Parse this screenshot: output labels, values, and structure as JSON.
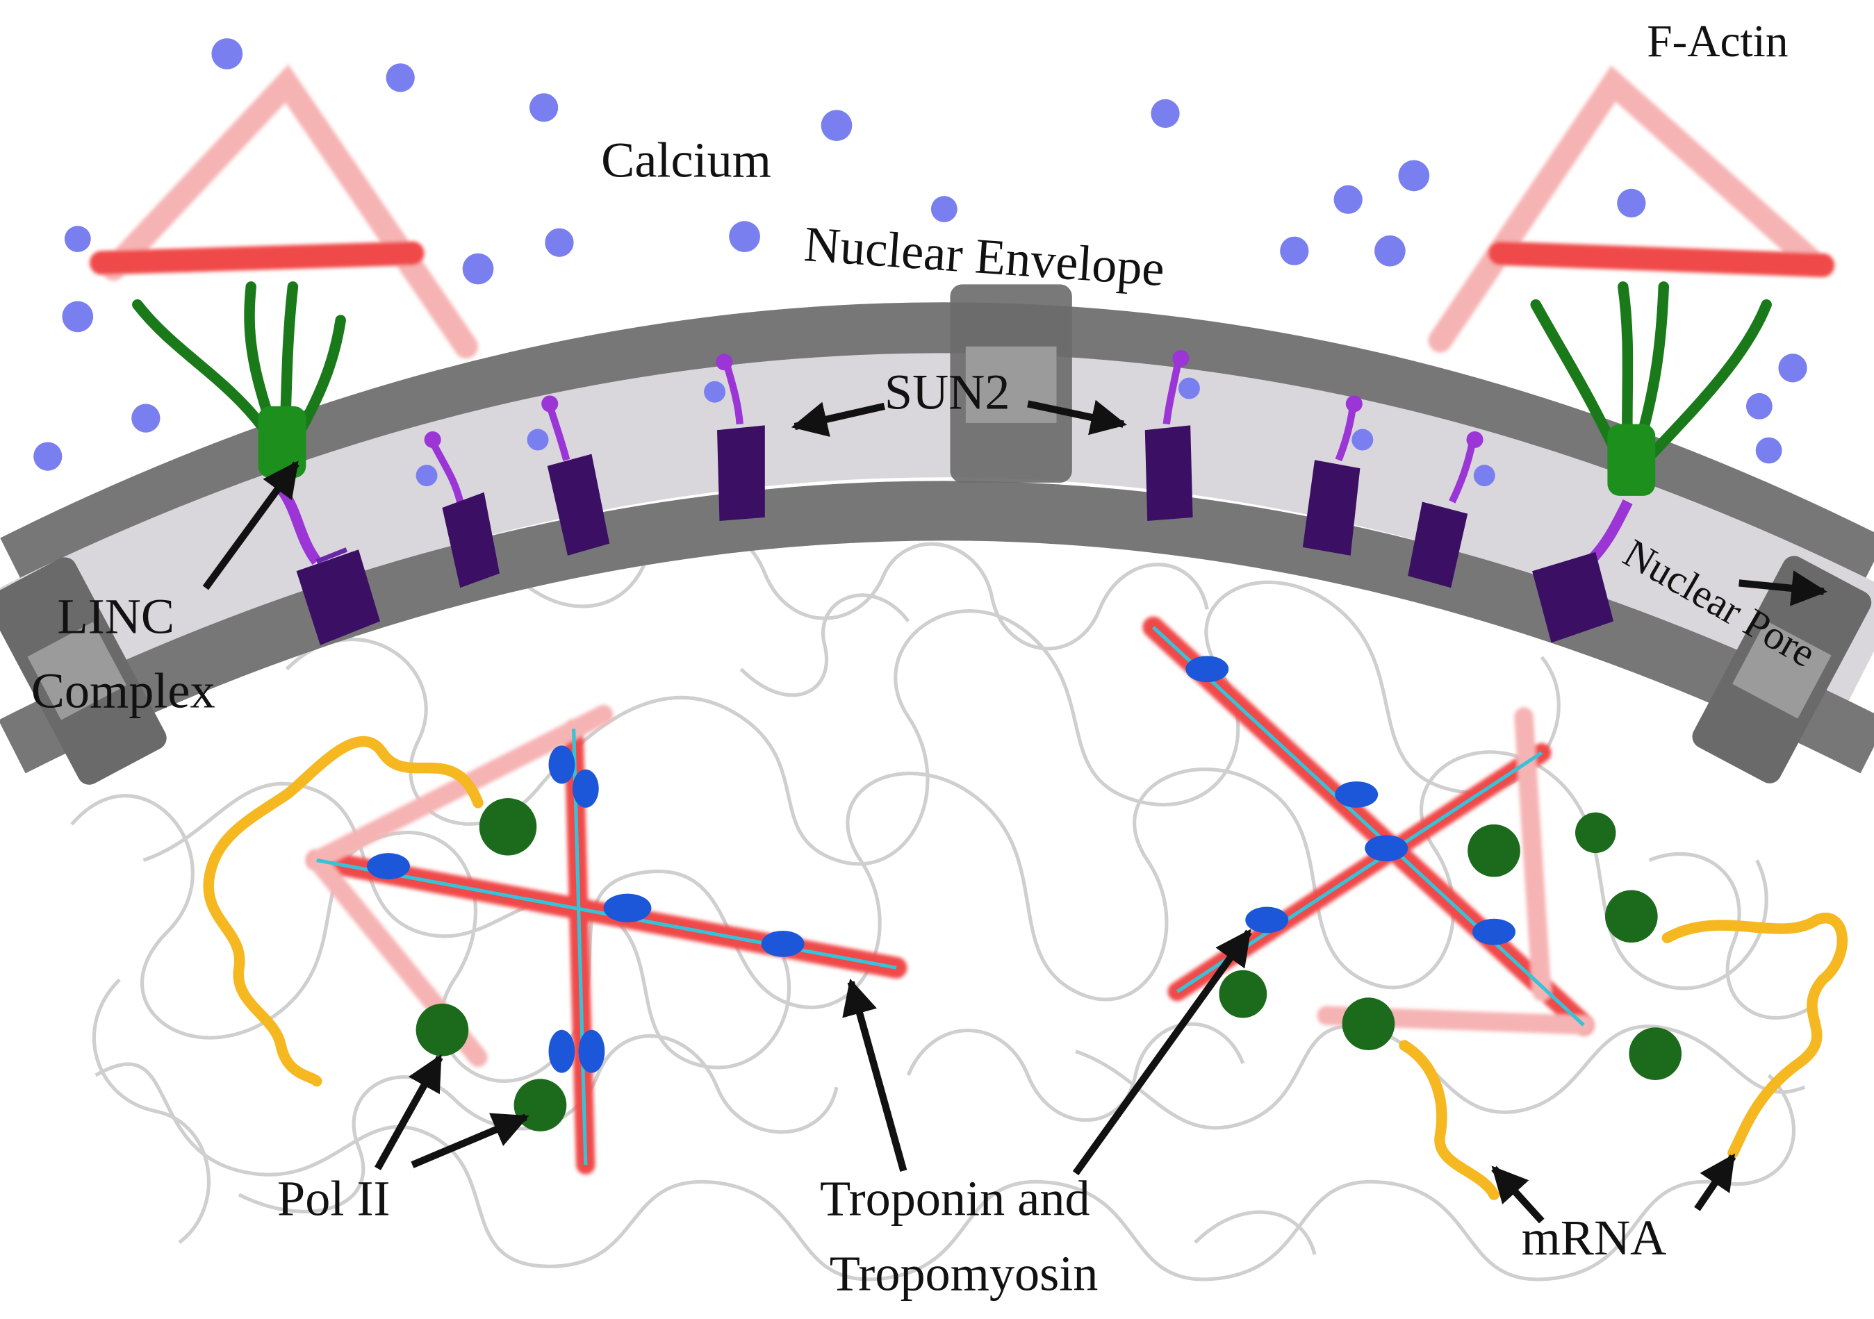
{
  "labels": {
    "f_actin": "F-Actin",
    "calcium": "Calcium",
    "nuclear_envelope": "Nuclear Envelope",
    "sun2": "SUN2",
    "linc_line1": "LINC",
    "linc_line2": "Complex",
    "nuclear_pore": "Nuclear Pore",
    "pol_ii": "Pol II",
    "troponin_line1": "Troponin and",
    "troponin_line2": "Tropomyosin",
    "mrna": "mRNA"
  },
  "colors": {
    "calcium": "#7a7ff0",
    "f_actin": "#f04848",
    "f_actin_faint": "#f6b3b3",
    "linc_nesprin": "#1a7a1a",
    "sun_protein": "#3b0f63",
    "sun_linker": "#9b35d6",
    "membrane_dark": "#777777",
    "membrane_light": "#d9d7db",
    "chromatin": "#cfcfcf",
    "troponin": "#1b57d8",
    "tropomyosin_strand": "#38c2d8",
    "pol_ii": "#1c6b1c",
    "mrna": "#f6b820"
  }
}
